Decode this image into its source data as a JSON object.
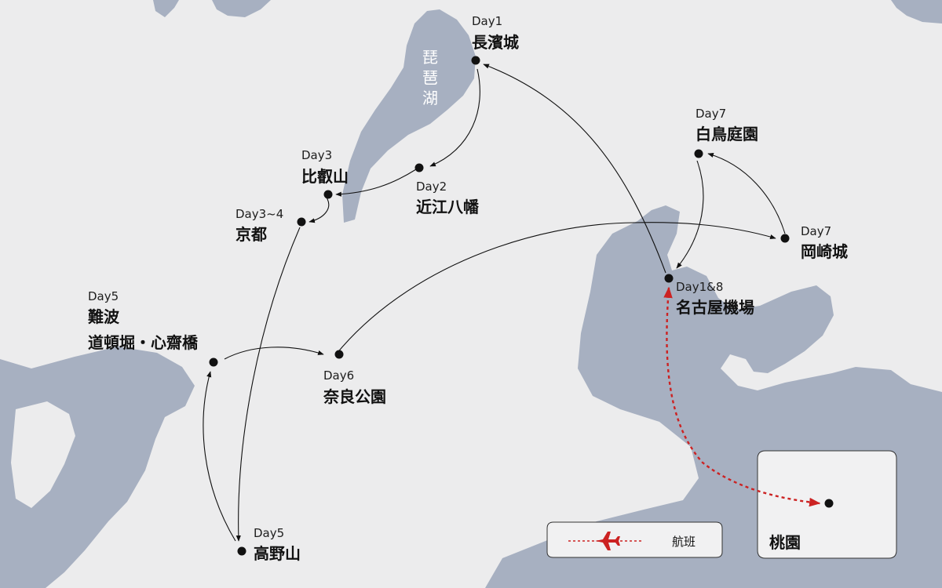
{
  "colors": {
    "background": "#ececed",
    "land": "#a7b0c1",
    "route_line": "#111111",
    "flight_line": "#cc2222",
    "point": "#111111"
  },
  "lake": {
    "label_chars": [
      "琵",
      "琶",
      "湖"
    ]
  },
  "places": {
    "nagahama": {
      "day": "Day1",
      "name": "長濱城"
    },
    "omihachiman": {
      "day": "Day2",
      "name": "近江八幡"
    },
    "hieizan": {
      "day": "Day3",
      "name": "比叡山"
    },
    "kyoto": {
      "day": "Day3~4",
      "name": "京都"
    },
    "namba": {
      "day": "Day5",
      "name_line1": "難波",
      "name_line2": "道頓堀・心齋橋"
    },
    "koyasan": {
      "day": "Day5",
      "name": "高野山"
    },
    "nara": {
      "day": "Day6",
      "name": "奈良公園"
    },
    "shiratori": {
      "day": "Day7",
      "name": "白鳥庭園"
    },
    "okazaki": {
      "day": "Day7",
      "name": "岡崎城"
    },
    "nagoya_airport": {
      "day": "Day1&8",
      "name": "名古屋機場"
    }
  },
  "inset": {
    "name": "桃園"
  },
  "legend": {
    "flight_label": "航班",
    "icon": "airplane-icon"
  }
}
